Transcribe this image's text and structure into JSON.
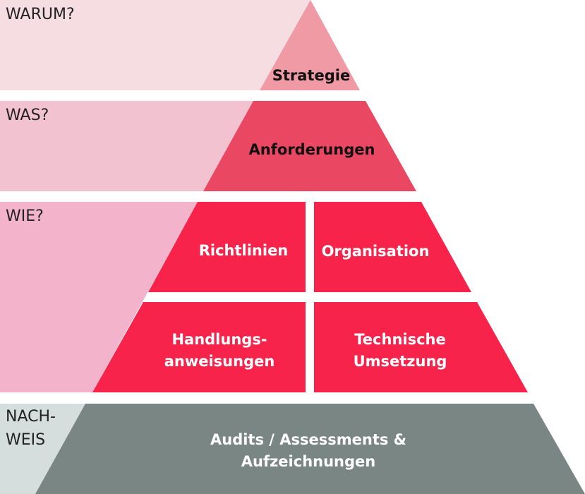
{
  "colors": {
    "band1": "#f6dde2",
    "band2": "#f2c2d0",
    "band3": "#f2b3cb",
    "band4": "#d5dedc",
    "strategie": "#ef9aa5",
    "anforderungen": "#ea4862",
    "wie": "#f7234b",
    "nachweis": "#7a8683",
    "dark_text": "#111111",
    "light_text": "#ffffff"
  },
  "rows": {
    "warum": {
      "question": "WARUM?"
    },
    "was": {
      "question": "WAS?"
    },
    "wie": {
      "question": "WIE?"
    },
    "nachweis": {
      "question_line1": "NACH-",
      "question_line2": "WEIS"
    }
  },
  "levels": {
    "strategie": "Strategie",
    "anforderungen": "Anforderungen",
    "richtlinien": "Richtlinien",
    "organisation": "Organisation",
    "handlungsanweisungen_line1": "Handlungs-",
    "handlungsanweisungen_line2": "anweisungen",
    "technische_umsetzung_line1": "Technische",
    "technische_umsetzung_line2": "Umsetzung",
    "audits_line1": "Audits / Assessments &",
    "audits_line2": "Aufzeichnungen"
  }
}
